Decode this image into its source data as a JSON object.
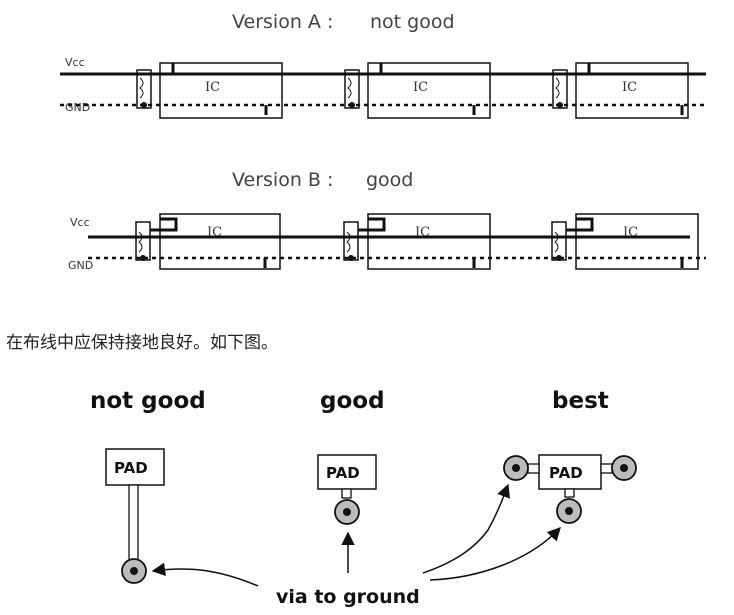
{
  "version_a": {
    "title_prefix": "Version A :",
    "title_verdict": "not good",
    "vcc_label": "Vcc",
    "gnd_label": "GND",
    "ic_label": "IC"
  },
  "version_b": {
    "title_prefix": "Version B :",
    "title_verdict": "good",
    "vcc_label": "Vcc",
    "gnd_label": "GND",
    "ic_label": "IC"
  },
  "caption": "在布线中应保持接地良好。如下图。",
  "pads": {
    "not_good_title": "not good",
    "good_title": "good",
    "best_title": "best",
    "pad_label": "PAD",
    "via_label": "via to ground"
  }
}
